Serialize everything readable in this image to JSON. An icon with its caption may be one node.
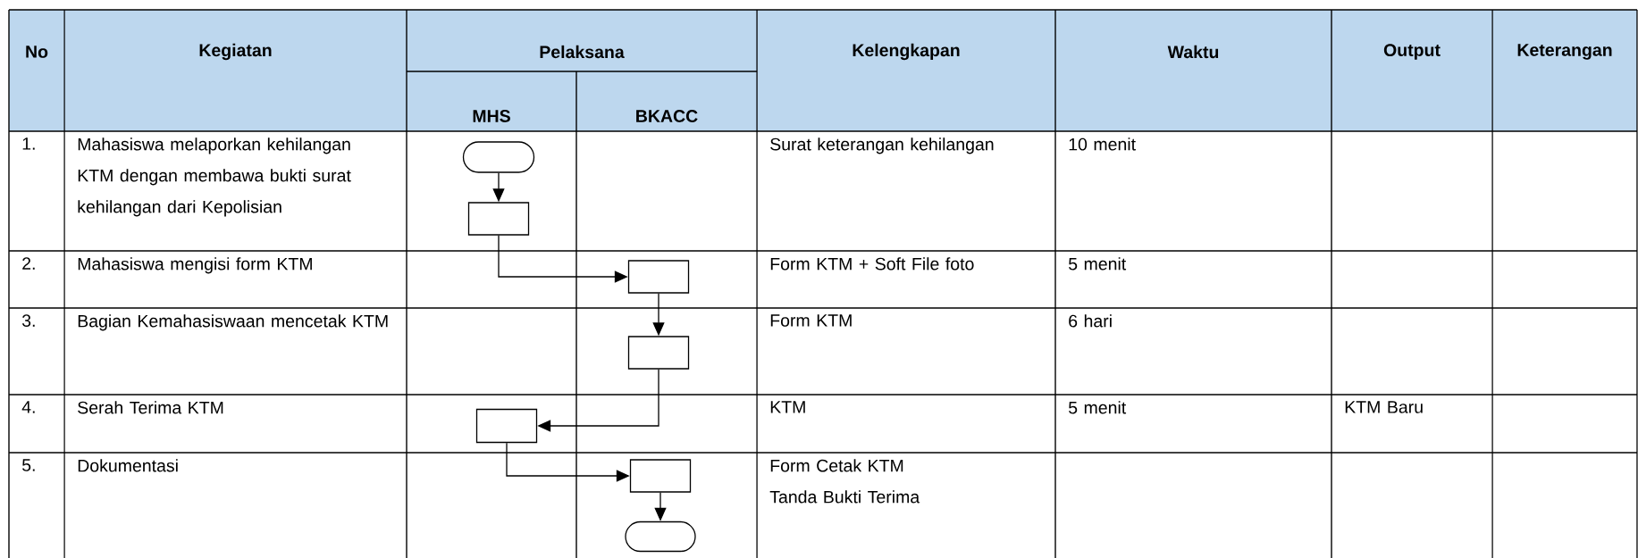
{
  "diagram": {
    "nodes": [
      {
        "text": [],
        "shape": "terminal"
      },
      {
        "text": [],
        "shape": "box"
      },
      {
        "text": [],
        "shape": "box"
      },
      {
        "text": [],
        "shape": "box"
      },
      {
        "text": [],
        "shape": "box"
      },
      {
        "text": [],
        "shape": "box"
      },
      {
        "text": [],
        "shape": "terminal"
      }
    ],
    "edges": [
      {
        "from": 0,
        "to": 1,
        "arrow": "to"
      },
      {
        "from": 1,
        "to": 2,
        "arrow": "to"
      },
      {
        "from": 2,
        "to": 3,
        "arrow": "to"
      },
      {
        "from": 3,
        "to": 4,
        "arrow": "to"
      },
      {
        "from": 4,
        "to": 5,
        "arrow": "to"
      },
      {
        "from": 5,
        "to": 6,
        "arrow": "to"
      }
    ],
    "labels": [
      "No",
      "Kegiatan",
      "Pelaksana",
      "Kelengkapan",
      "Waktu",
      "Output",
      "Keterangan",
      "MHS",
      "BKACC",
      "1.",
      "Mahasiswa melaporkan kehilangan KTM dengan membawa bukti surat kehilangan dari Kepolisian",
      "Surat keterangan kehilangan",
      "10 menit",
      "2.",
      "Mahasiswa mengisi form KTM",
      "Form KTM + Soft File foto",
      "5 menit",
      "3.",
      "Bagian Kemahasiswaan mencetak KTM",
      "Form KTM",
      "6 hari",
      "4.",
      "Serah Terima KTM",
      "KTM",
      "5 menit",
      "KTM Baru",
      "5.",
      "Dokumentasi",
      "Form Cetak KTM",
      "Tanda Bukti Terima"
    ]
  }
}
